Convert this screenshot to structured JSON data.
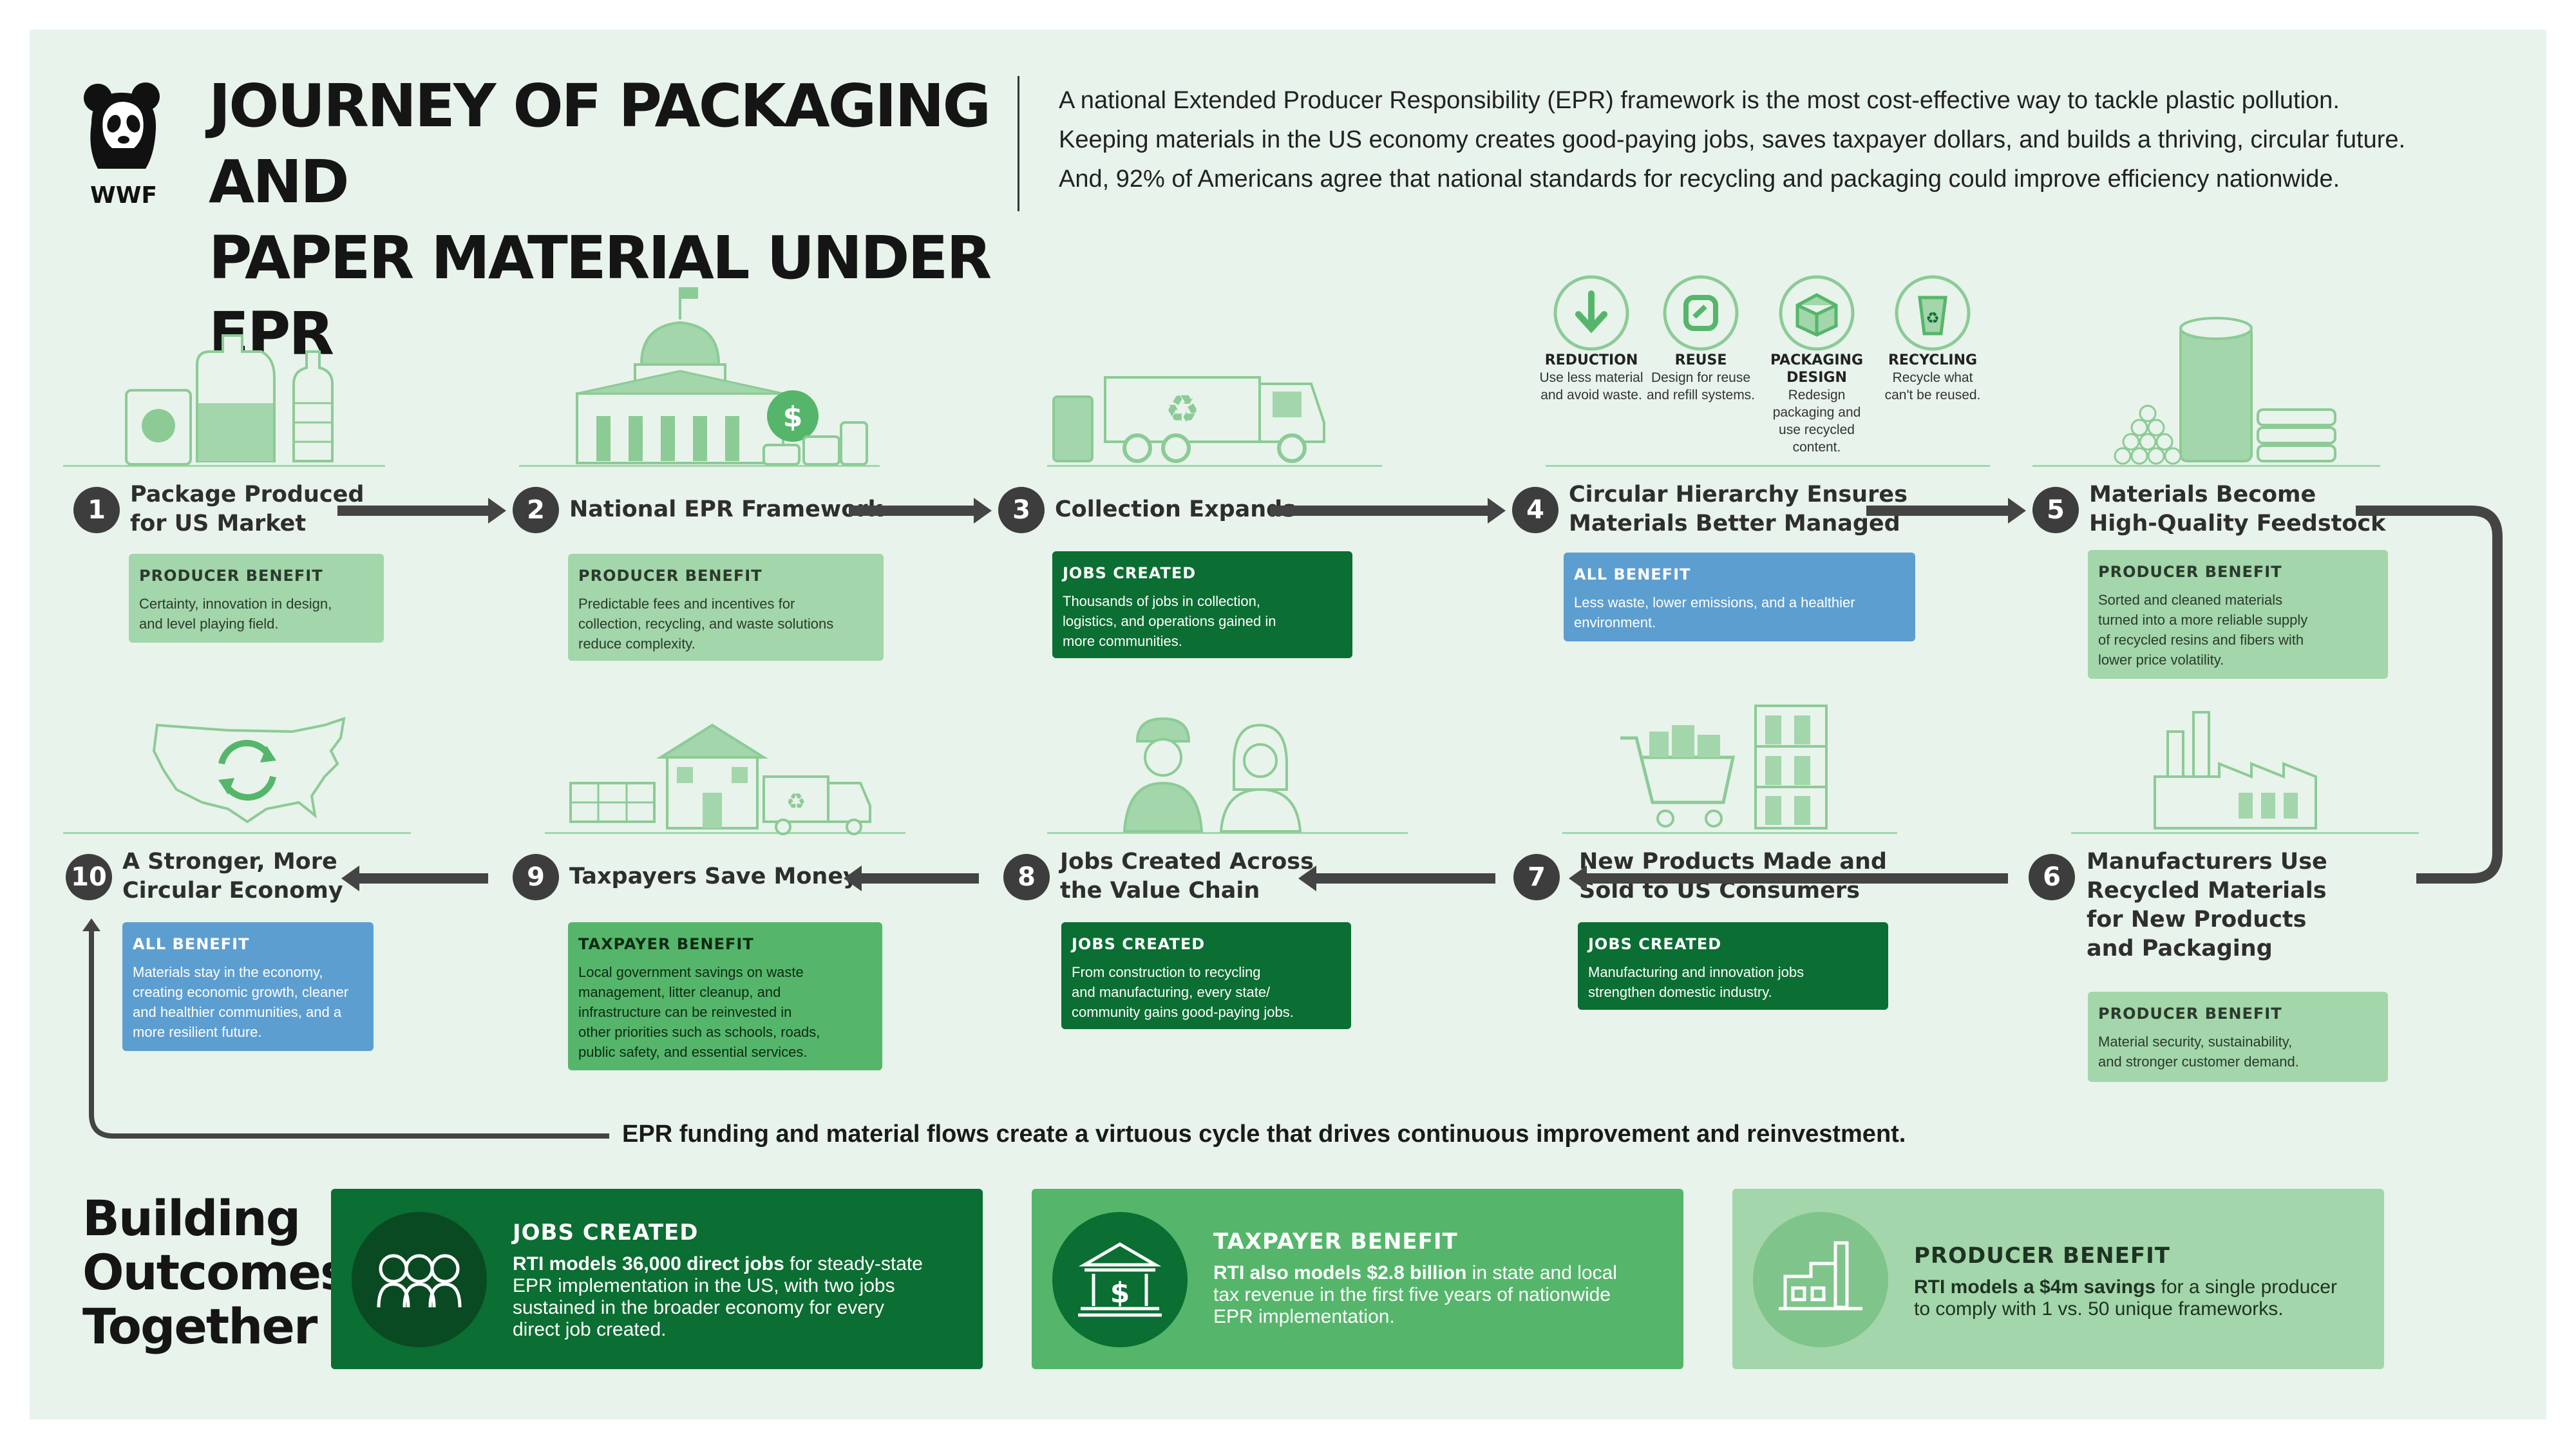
{
  "logo": {
    "label": "WWF"
  },
  "header": {
    "title_line1": "JOURNEY OF PACKAGING AND",
    "title_line2": "PAPER MATERIAL UNDER EPR",
    "intro_line1": "A national Extended Producer Responsibility (EPR) framework is the most cost-effective way to tackle plastic pollution.",
    "intro_line2": "Keeping materials in the US economy creates good-paying jobs, saves taxpayer dollars, and builds a thriving, circular future.",
    "intro_line3": "And, 92% of Americans agree that national standards for recycling and packaging could improve efficiency nationwide."
  },
  "hierarchy": [
    {
      "title": "REDUCTION",
      "text": "Use less material and avoid waste.",
      "icon": "arrow-down-icon"
    },
    {
      "title": "REUSE",
      "text": "Design for reuse and refill systems.",
      "icon": "refill-icon"
    },
    {
      "title": "PACKAGING DESIGN",
      "text": "Redesign packaging and use recycled content.",
      "icon": "box-icon"
    },
    {
      "title": "RECYCLING",
      "text": "Recycle what can't be reused.",
      "icon": "recycle-cup-icon"
    }
  ],
  "steps": [
    {
      "num": "1",
      "title1": "Package Produced",
      "title2": "for US Market",
      "box_title": "PRODUCER BENEFIT",
      "box_line1": "Certainty, innovation in design,",
      "box_line2": "and level playing field.",
      "box_line3": "",
      "box_line4": "",
      "box_line5": ""
    },
    {
      "num": "2",
      "title1": "National EPR Framework",
      "title2": "",
      "box_title": "PRODUCER BENEFIT",
      "box_line1": "Predictable fees and incentives for",
      "box_line2": "collection, recycling, and waste solutions",
      "box_line3": "reduce complexity.",
      "box_line4": "",
      "box_line5": ""
    },
    {
      "num": "3",
      "title1": "Collection Expands",
      "title2": "",
      "box_title": "JOBS CREATED",
      "box_line1": "Thousands of jobs in collection,",
      "box_line2": "logistics, and operations gained in",
      "box_line3": "more communities.",
      "box_line4": "",
      "box_line5": ""
    },
    {
      "num": "4",
      "title1": "Circular Hierarchy Ensures",
      "title2": "Materials Better Managed",
      "box_title": "ALL BENEFIT",
      "box_line1": "Less waste, lower emissions, and a healthier",
      "box_line2": "environment.",
      "box_line3": "",
      "box_line4": "",
      "box_line5": ""
    },
    {
      "num": "5",
      "title1": "Materials Become",
      "title2": "High-Quality Feedstock",
      "box_title": "PRODUCER BENEFIT",
      "box_line1": "Sorted and cleaned materials",
      "box_line2": "turned into a more reliable supply",
      "box_line3": "of recycled resins and fibers with",
      "box_line4": "lower price volatility.",
      "box_line5": ""
    },
    {
      "num": "6",
      "title1": "Manufacturers Use",
      "title2": "Recycled Materials",
      "title3": "for New Products",
      "title4": "and Packaging",
      "box_title": "PRODUCER BENEFIT",
      "box_line1": "Material security, sustainability,",
      "box_line2": "and stronger customer demand.",
      "box_line3": "",
      "box_line4": "",
      "box_line5": ""
    },
    {
      "num": "7",
      "title1": "New Products Made and",
      "title2": "Sold to US Consumers",
      "box_title": "JOBS CREATED",
      "box_line1": "Manufacturing and innovation jobs",
      "box_line2": "strengthen domestic industry.",
      "box_line3": "",
      "box_line4": "",
      "box_line5": ""
    },
    {
      "num": "8",
      "title1": "Jobs Created Across",
      "title2": "the Value Chain",
      "box_title": "JOBS CREATED",
      "box_line1": "From construction to recycling",
      "box_line2": "and manufacturing, every state/",
      "box_line3": "community gains good-paying jobs.",
      "box_line4": "",
      "box_line5": ""
    },
    {
      "num": "9",
      "title1": "Taxpayers Save Money",
      "title2": "",
      "box_title": "TAXPAYER BENEFIT",
      "box_line1": "Local government savings on waste",
      "box_line2": "management, litter cleanup, and",
      "box_line3": "infrastructure can be reinvested in",
      "box_line4": "other priorities such as schools, roads,",
      "box_line5": "public safety, and essential services."
    },
    {
      "num": "10",
      "title1": "A Stronger, More",
      "title2": "Circular Economy",
      "box_title": "ALL BENEFIT",
      "box_line1": "Materials stay in the economy,",
      "box_line2": "creating economic growth, cleaner",
      "box_line3": "and healthier communities, and a",
      "box_line4": "more resilient future.",
      "box_line5": ""
    }
  ],
  "cycle_note": "EPR funding and material flows create a virtuous cycle that drives continuous improvement and reinvestment.",
  "outcomes": {
    "heading1": "Building",
    "heading2": "Outcomes",
    "heading3": "Together",
    "cards": [
      {
        "title": "JOBS CREATED",
        "bold": "RTI models 36,000 direct jobs",
        "rest1": " for steady-state",
        "line2": "EPR implementation in the US, with two jobs",
        "line3": "sustained in the broader economy for every",
        "line4": "direct job created.",
        "icon": "people-group-icon"
      },
      {
        "title": "TAXPAYER BENEFIT",
        "bold": "RTI also models $2.8 billion",
        "rest1": " in state and local",
        "line2": "tax revenue in the first five years of nationwide",
        "line3": "EPR implementation.",
        "line4": "",
        "icon": "government-building-icon"
      },
      {
        "title": "PRODUCER BENEFIT",
        "bold": "RTI models a $4m savings",
        "rest1": " for a single producer",
        "line2": "to comply with 1 vs. 50 unique frameworks.",
        "line3": "",
        "line4": "",
        "icon": "factory-icon"
      }
    ]
  },
  "colors": {
    "dark_green": "#0b6e32",
    "mid_green": "#55b66b",
    "light_green": "#a3d6aa",
    "blue": "#5d9ed1",
    "arrow": "#444444"
  }
}
